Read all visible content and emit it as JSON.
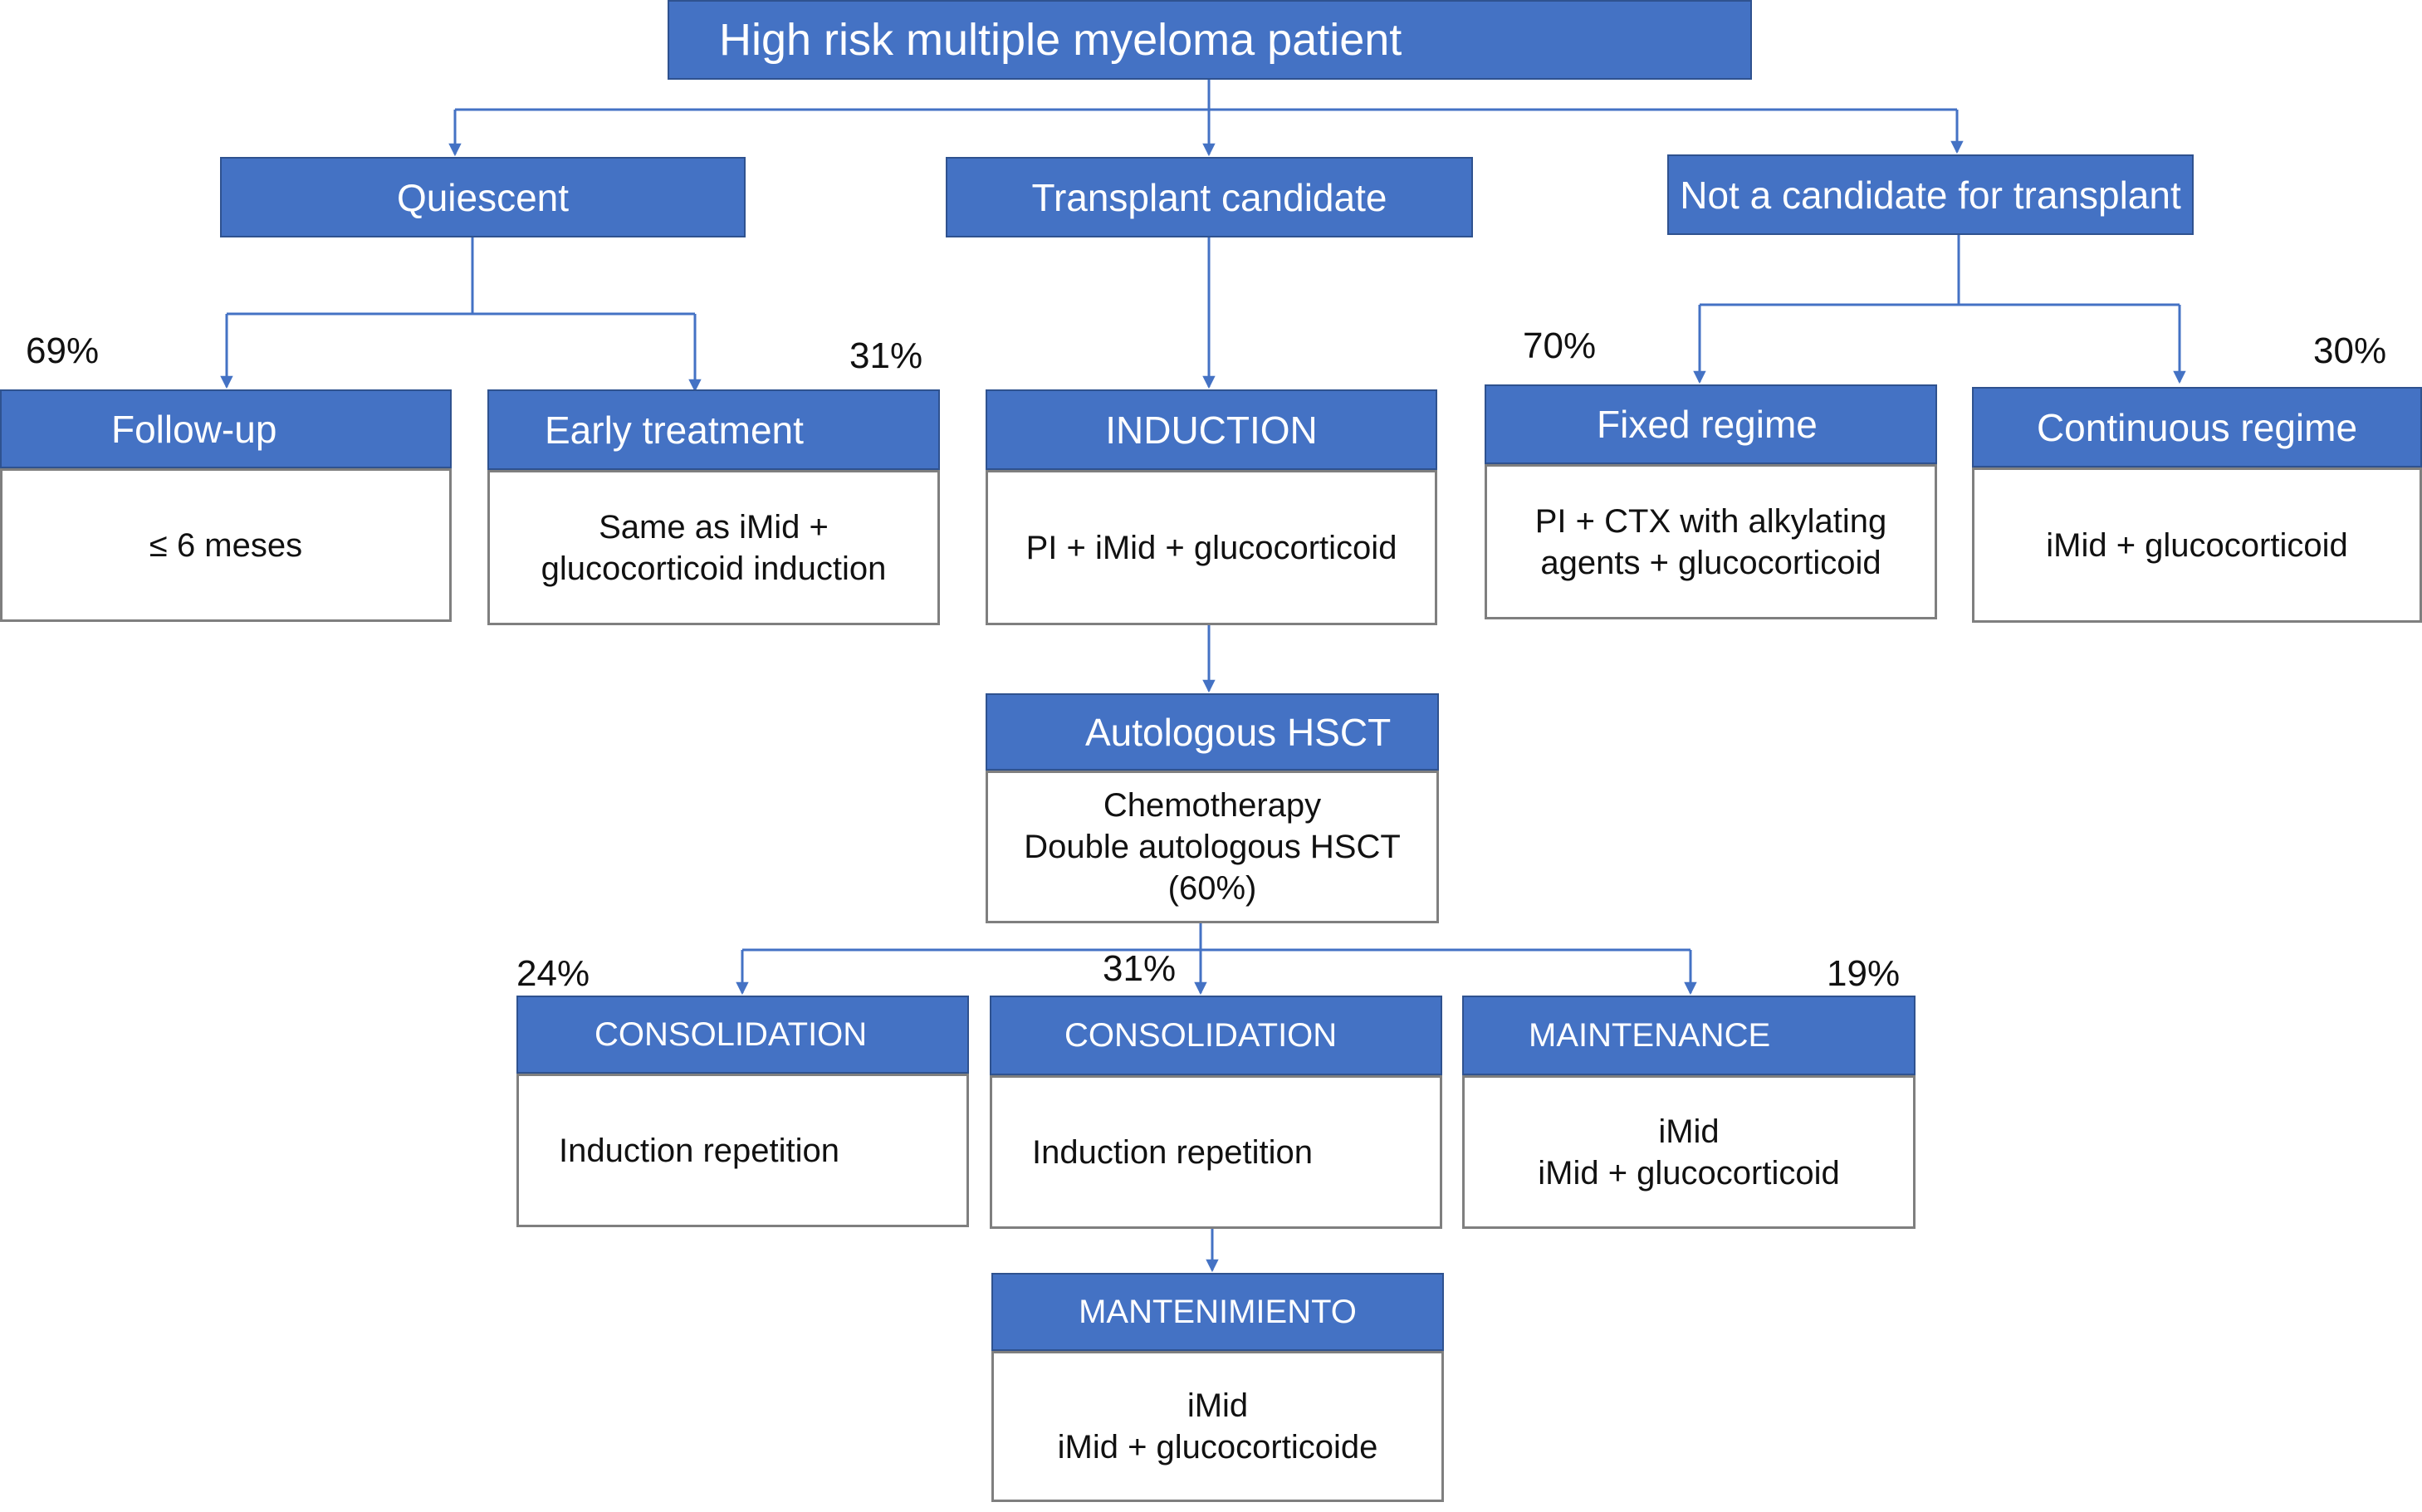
{
  "colors": {
    "header_fill": "#4472c4",
    "header_border": "#2f528f",
    "body_border": "#7f7f7f",
    "connector": "#4472c4"
  },
  "root": {
    "title": "High risk multiple myeloma patient"
  },
  "level1": {
    "quiescent": "Quiescent",
    "transplant_candidate": "Transplant candidate",
    "not_candidate": "Not a candidate for transplant"
  },
  "quiescent_branch": {
    "follow_up": {
      "title": "Follow-up",
      "percent": "69%",
      "lines": [
        "≤ 6 meses"
      ]
    },
    "early_treatment": {
      "title": "Early treatment",
      "percent": "31%",
      "lines": [
        "Same as iMid +",
        "glucocorticoid induction"
      ]
    }
  },
  "induction": {
    "title": "INDUCTION",
    "lines": [
      "PI + iMid + glucocorticoid"
    ]
  },
  "non_transplant_branch": {
    "fixed": {
      "title": "Fixed regime",
      "percent": "70%",
      "lines": [
        "PI + CTX with alkylating",
        "agents + glucocorticoid"
      ]
    },
    "continuous": {
      "title": "Continuous regime",
      "percent": "30%",
      "lines": [
        "iMid + glucocorticoid"
      ]
    }
  },
  "hsct": {
    "title": "Autologous HSCT",
    "lines": [
      "Chemotherapy",
      "Double autologous HSCT",
      "(60%)"
    ]
  },
  "post_transplant": {
    "consolidation_a": {
      "title": "CONSOLIDATION",
      "percent": "24%",
      "lines": [
        "Induction repetition"
      ]
    },
    "consolidation_b": {
      "title": "CONSOLIDATION",
      "percent": "31%",
      "lines": [
        "Induction repetition"
      ]
    },
    "maintenance": {
      "title": "MAINTENANCE",
      "percent": "19%",
      "lines": [
        "iMid",
        "iMid + glucocorticoid"
      ]
    }
  },
  "mantenimiento": {
    "title": "MANTENIMIENTO",
    "lines": [
      "iMid",
      "iMid + glucocorticoide"
    ]
  }
}
